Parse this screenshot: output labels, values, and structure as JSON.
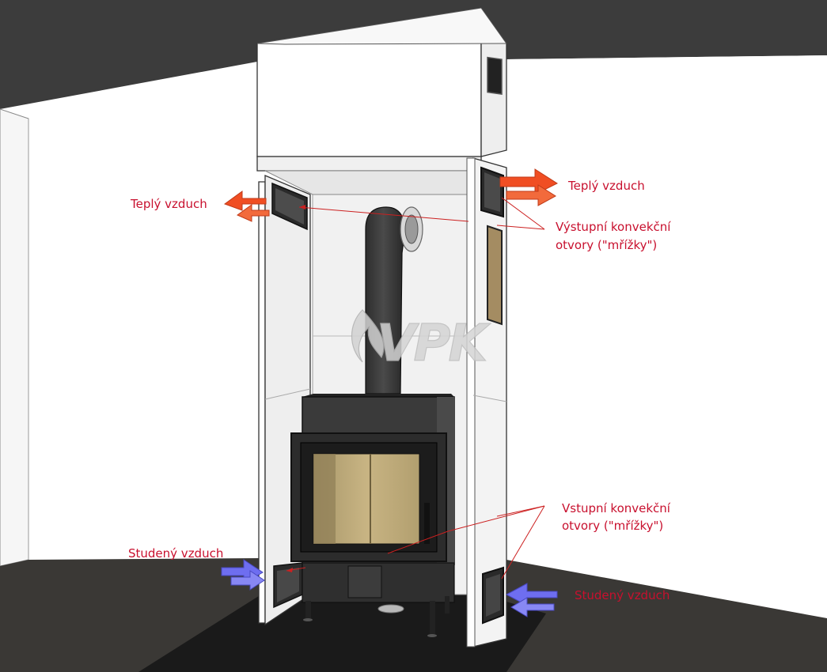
{
  "labels": {
    "warm_air_left": "Teplý vzduch",
    "warm_air_right": "Teplý vzduch",
    "outlet_line1": "Výstupní konvekční",
    "outlet_line2": "otvory (\"mřížky\")",
    "inlet_line1": "Vstupní konvekční",
    "inlet_line2": "otvory (\"mřížky\")",
    "cold_air_left": "Studený vzduch",
    "cold_air_right": "Studený vzduch"
  },
  "watermark": "VPK",
  "colors": {
    "annotation_text": "#c8102e",
    "warm_arrow": "#f04e23",
    "cold_arrow": "#6e6ef0",
    "leader_line": "#cc2020"
  }
}
